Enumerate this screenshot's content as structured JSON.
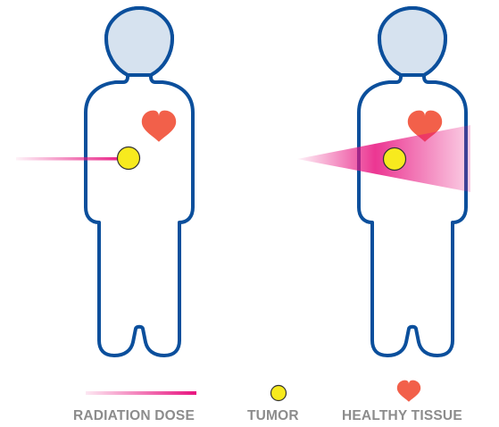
{
  "legend": {
    "radiation_dose_label": "RADIATION DOSE",
    "tumor_label": "TUMOR",
    "healthy_tissue_label": "HEALTHY TISSUE"
  },
  "colors": {
    "body_outline": "#0b4f9c",
    "body_fill": "#ffffff",
    "head_fill": "#d6e2ef",
    "heart": "#f2604a",
    "tumor_fill": "#f7ea1e",
    "tumor_stroke": "#333333",
    "radiation": "#e8137f",
    "legend_text": "#8c8c8c"
  },
  "figures": [
    {
      "name": "narrow-beam-patient",
      "beam": "narrow-line"
    },
    {
      "name": "wide-beam-patient",
      "beam": "wide-wedge"
    }
  ]
}
